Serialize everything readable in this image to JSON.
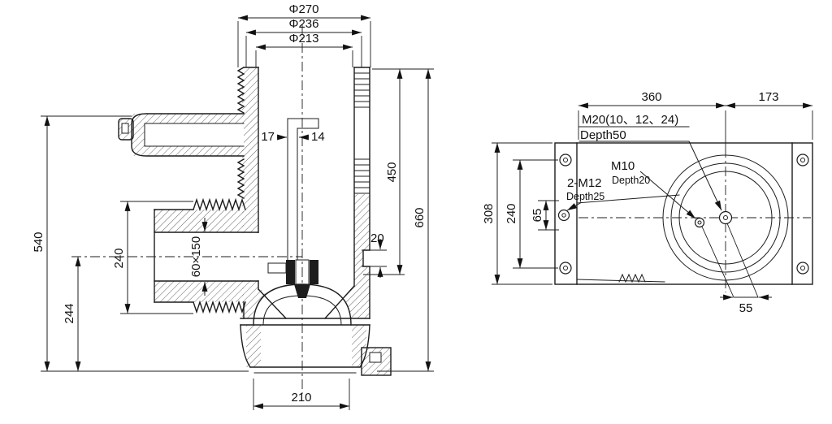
{
  "left": {
    "dia270": "Φ270",
    "dia236": "Φ236",
    "dia213": "Φ213",
    "d17": "17",
    "d14": "14",
    "d450": "450",
    "d660": "660",
    "d540": "540",
    "d244": "244",
    "d240": "240",
    "d60x150": "60×150",
    "d20": "20",
    "d210": "210"
  },
  "right": {
    "d360": "360",
    "d173": "173",
    "m20": "M20(10、12、24)",
    "m20depth": "Depth50",
    "m10": "M10",
    "m10depth": "Depth20",
    "m12": "2-M12",
    "m12depth": "Depth25",
    "d308": "308",
    "d240": "240",
    "d65": "65",
    "d55": "55"
  },
  "colors": {
    "line": "#1c1c1c",
    "background": "#ffffff"
  }
}
